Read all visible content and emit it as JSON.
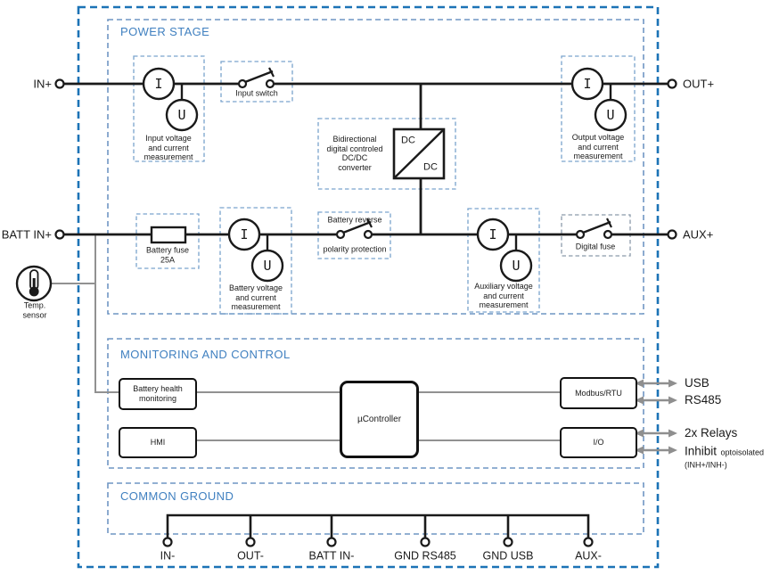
{
  "titles": {
    "power_stage": "POWER STAGE",
    "monitoring": "MONITORING AND CONTROL",
    "common_ground": "COMMON GROUND"
  },
  "terminals": {
    "in_plus": "IN+",
    "out_plus": "OUT+",
    "batt_in_plus": "BATT IN+",
    "aux_plus": "AUX+",
    "ground": [
      "IN-",
      "OUT-",
      "BATT IN-",
      "GND RS485",
      "GND USB",
      "AUX-"
    ]
  },
  "meter_symbols": {
    "current": "I",
    "voltage": "U"
  },
  "power_stage": {
    "input_measurement": "Input voltage\nand current\nmeasurement",
    "input_switch": "Input switch",
    "converter": "Bidirectional\ndigital controled\nDC/DC\nconverter",
    "dc_top": "DC",
    "dc_bottom": "DC",
    "output_measurement": "Output voltage\nand current\nmeasurement",
    "battery_fuse": "Battery fuse\n25A",
    "battery_measurement": "Battery voltage\nand current\nmeasurement",
    "battery_reverse_line1": "Battery reverse",
    "battery_reverse_line2": "polarity protection",
    "aux_measurement": "Auxiliary voltage\nand current\nmeasurement",
    "digital_fuse": "Digital fuse"
  },
  "temp_sensor_label": "Temp.\nsensor",
  "monitoring": {
    "battery_health": "Battery health\nmonitoring",
    "hmi": "HMI",
    "ucontroller": "µController",
    "modbus": "Modbus/RTU",
    "io": "I/O"
  },
  "interfaces": {
    "usb": "USB",
    "rs485": "RS485",
    "relays": "2x Relays",
    "inhibit": "Inhibit",
    "inhibit_note": "optoisolated",
    "inhibit_pins": "(INH+/INH-)"
  },
  "colors": {
    "outer_border": "#1c73b6",
    "section_border": "#6f96c3",
    "subbox_border": "#7aa3cd",
    "digital_fuse_border": "#8b9aaa",
    "title_text": "#4080c0",
    "wire": "#1a1a1a",
    "control_wire": "#919191"
  }
}
